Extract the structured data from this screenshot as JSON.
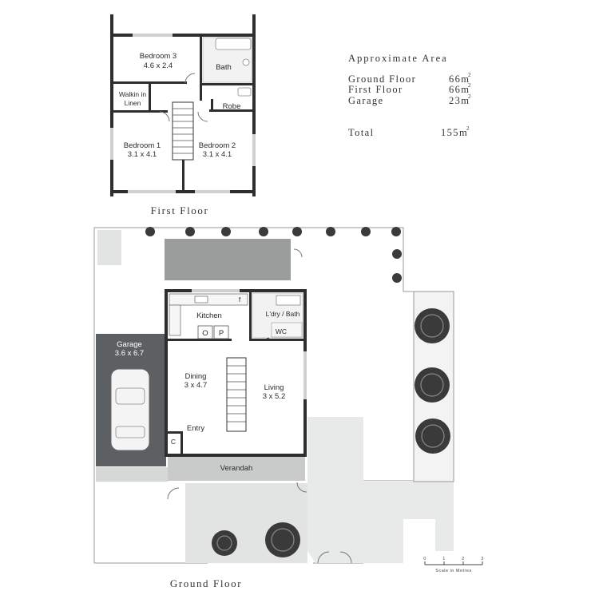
{
  "first_floor": {
    "title": "First Floor",
    "rooms": {
      "bedroom3": {
        "name": "Bedroom 3",
        "size": "4.6 x 2.4"
      },
      "bath": {
        "name": "Bath"
      },
      "walkin_line1": "Walkin in",
      "walkin_line2": "Linen",
      "robe": {
        "name": "Robe"
      },
      "bedroom1": {
        "name": "Bedroom 1",
        "size": "3.1 x 4.1"
      },
      "bedroom2": {
        "name": "Bedroom 2",
        "size": "3.1 x 4.1"
      }
    }
  },
  "ground_floor": {
    "title": "Ground Floor",
    "rooms": {
      "kitchen": {
        "name": "Kitchen",
        "o_label": "O",
        "p_label": "P",
        "f_label": "f"
      },
      "laundry": {
        "name": "L'dry / Bath"
      },
      "wc": {
        "name": "WC"
      },
      "garage": {
        "name": "Garage",
        "size": "3.6 x 6.7"
      },
      "dining": {
        "name": "Dining",
        "size": "3 x 4.7"
      },
      "living": {
        "name": "Living",
        "size": "3 x 5.2"
      },
      "entry": {
        "name": "Entry"
      },
      "cupboard": {
        "name": "C"
      },
      "verandah": {
        "name": "Verandah"
      }
    }
  },
  "area_summary": {
    "title": "Approximate Area",
    "rows": [
      {
        "label": "Ground Floor",
        "value": "66m",
        "unit": "2"
      },
      {
        "label": "First Floor",
        "value": "66m",
        "unit": "2"
      },
      {
        "label": "Garage",
        "value": "23m",
        "unit": "2"
      }
    ],
    "total": {
      "label": "Total",
      "value": "155m",
      "unit": "2"
    }
  },
  "scale_bar": {
    "ticks": [
      "0",
      "1",
      "2",
      "3"
    ],
    "label": "Scale in Metres"
  },
  "colors": {
    "wall": "#2e2e2e",
    "garage_fill": "#5d6063",
    "paving": "#e2e4e3",
    "shade": "#c9cbca",
    "plant": "#3a3a3a"
  }
}
